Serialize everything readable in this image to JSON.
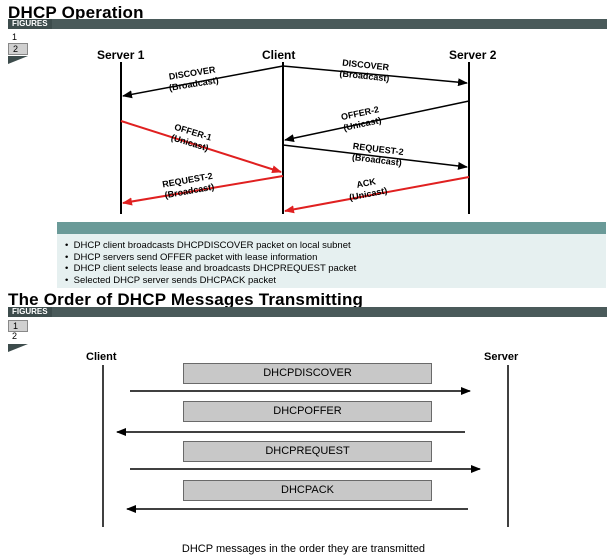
{
  "top": {
    "title": "DHCP Operation",
    "figures_label": "FIGURES",
    "tabs": [
      "1",
      "2"
    ],
    "entities": {
      "server1": "Server 1",
      "client": "Client",
      "server2": "Server 2"
    },
    "messages": [
      {
        "name": "DISCOVER",
        "mode": "(Broadcast)"
      },
      {
        "name": "DISCOVER",
        "mode": "(Broadcast)"
      },
      {
        "name": "OFFER-2",
        "mode": "(Unicast)"
      },
      {
        "name": "OFFER-1",
        "mode": "(Unicast)"
      },
      {
        "name": "REQUEST-2",
        "mode": "(Broadcast)"
      },
      {
        "name": "REQUEST-2",
        "mode": "(Broadcast)"
      },
      {
        "name": "ACK",
        "mode": "(Unicast)"
      }
    ],
    "bullets": [
      "DHCP client broadcasts DHCPDISCOVER packet on local subnet",
      "DHCP servers send OFFER packet with lease information",
      "DHCP client selects lease and broadcasts DHCPREQUEST packet",
      "Selected DHCP server sends DHCPACK packet"
    ]
  },
  "bottom": {
    "title": "The Order of DHCP Messages Transmitting",
    "figures_label": "FIGURES",
    "tabs": [
      "1",
      "2"
    ],
    "entities": {
      "client": "Client",
      "server": "Server"
    },
    "messages": [
      "DHCPDISCOVER",
      "DHCPOFFER",
      "DHCPREQUEST",
      "DHCPACK"
    ],
    "caption": "DHCP messages in the order they are transmitted"
  },
  "colors": {
    "red_arrow": "#e02020",
    "black_arrow": "#000000",
    "info_header": "#6a9a98",
    "info_body": "#e6f0f0",
    "msg_box": "#c8c8c8",
    "figures_bar": "#4a5a5a"
  }
}
